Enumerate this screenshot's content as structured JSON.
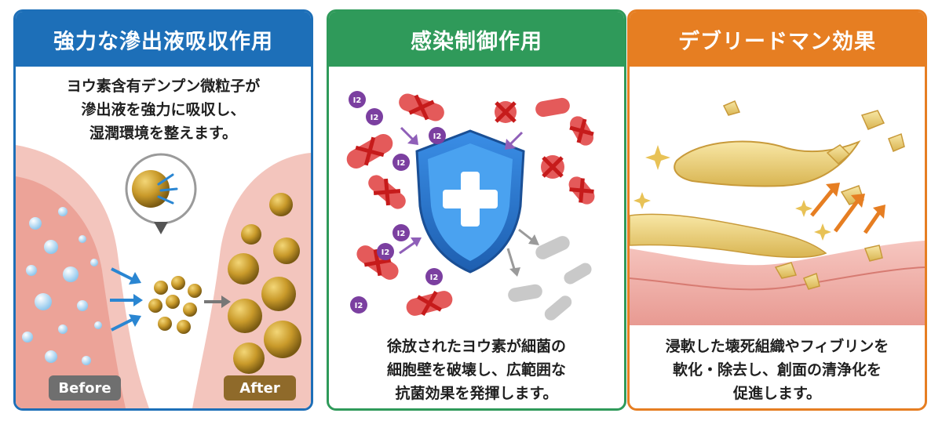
{
  "panels": [
    {
      "title": "強力な滲出液吸収作用",
      "desc": [
        "ヨウ素含有デンプン微粒子が",
        "滲出液を強力に吸収し、",
        "湿潤環境を整えます。"
      ],
      "labels": {
        "before": "Before",
        "after": "After"
      },
      "color": "#1d6fb8"
    },
    {
      "title": "感染制御作用",
      "desc": [
        "徐放されたヨウ素が細菌の",
        "細胞壁を破壊し、広範囲な",
        "抗菌効果を発揮します。"
      ],
      "iodine_symbol": "I2",
      "color": "#2f9a5a"
    },
    {
      "title": "デブリードマン効果",
      "desc": [
        "浸軟した壊死組織やフィブリンを",
        "軟化・除去し、創面の清浄化を",
        "促進します。"
      ],
      "color": "#e67e22"
    }
  ]
}
